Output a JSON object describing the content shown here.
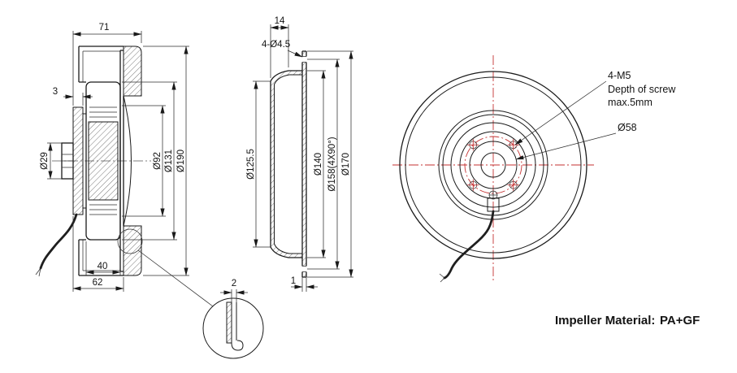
{
  "colors": {
    "line": "#1a1a1a",
    "centerline": "#c43131",
    "background": "#ffffff"
  },
  "side_view": {
    "depth": "71",
    "plate_thickness": "3",
    "shaft_dia": "Ø29",
    "dia_inner": "Ø92",
    "dia_mid": "Ø131",
    "dia_outer": "Ø190",
    "width_motor": "40",
    "width_total": "62"
  },
  "detail_view": {
    "gap": "2"
  },
  "inlet_view": {
    "depth": "14",
    "holes": "4-Ø4.5",
    "dia_throat": "Ø125.5",
    "dia_shoulder": "Ø140",
    "dia_bolt_circle": "Ø158(4X90°)",
    "dia_flange": "Ø170",
    "thickness": "1"
  },
  "front_view": {
    "screw_spec": "4-M5",
    "screw_note_line1": "Depth of screw",
    "screw_note_line2": "max.5mm",
    "hub_dia": "Ø58"
  },
  "footer": {
    "material_label": "Impeller Material:",
    "material_value": "PA+GF"
  }
}
